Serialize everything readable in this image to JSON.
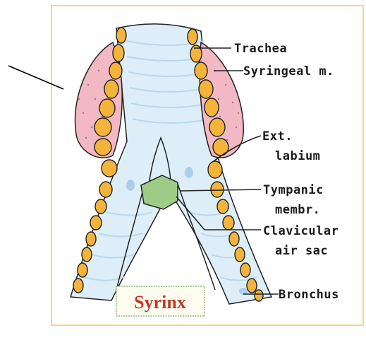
{
  "diagram": {
    "title": "Syrinx",
    "labels": {
      "trachea": "Trachea",
      "syringeal_muscle": "Syringeal m.",
      "ext_labium_line1": "Ext.",
      "ext_labium_line2": "labium",
      "tympanic_line1": "Tympanic",
      "tympanic_line2": "membr.",
      "clavicular_line1": "Clavicular",
      "clavicular_line2": "air sac",
      "bronchus": "Bronchus"
    },
    "colors": {
      "frame": "#f5d58a",
      "cartilage": "#f4b43c",
      "muscle": "#f2b9c4",
      "airway": "#ddeef8",
      "membrane": "#9ccc86",
      "outline": "#222222",
      "title_text": "#c0392b"
    }
  }
}
